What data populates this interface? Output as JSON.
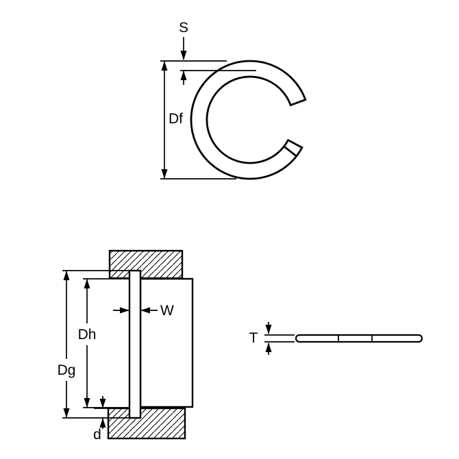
{
  "figure": {
    "background": "#ffffff",
    "line_color": "#000000",
    "views": {
      "front": {
        "description": "open snap ring (C-shape) top view",
        "labels": {
          "s": "S",
          "df": "Df"
        }
      },
      "section": {
        "description": "housing cross-section with ring seated in groove",
        "labels": {
          "dh": "Dh",
          "dg": "Dg",
          "w": "W",
          "d": "d"
        }
      },
      "side": {
        "description": "ring edge (thickness) view",
        "labels": {
          "t": "T"
        }
      }
    }
  }
}
